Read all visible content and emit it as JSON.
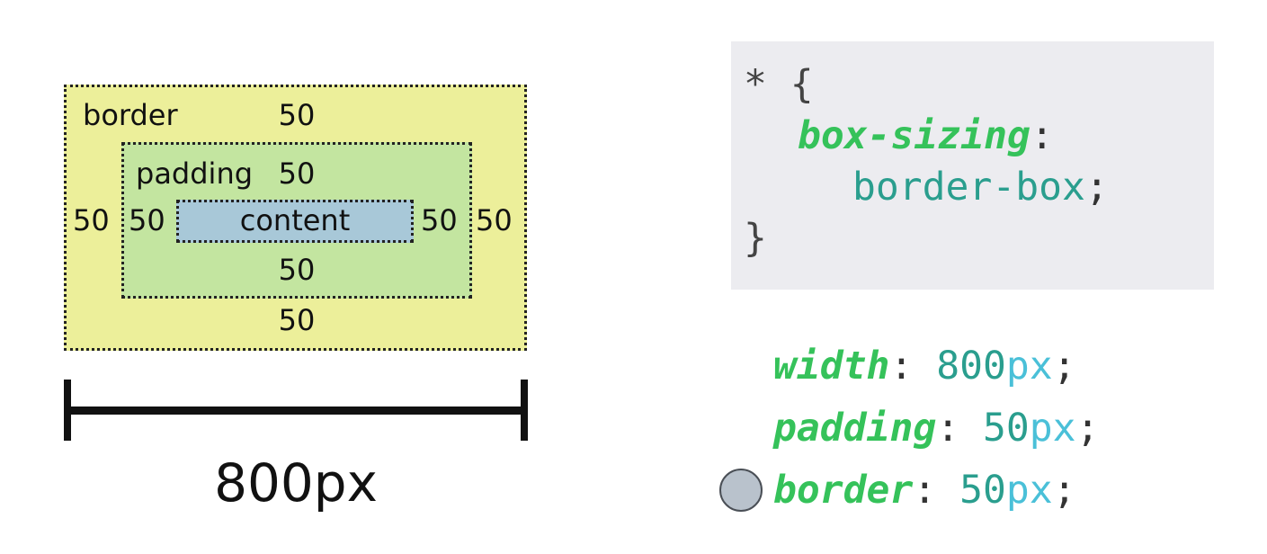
{
  "diagram": {
    "border_label": "border",
    "border_value": "50",
    "padding_label": "padding",
    "padding_value": "50",
    "content_label": "content",
    "left_border_value": "50",
    "left_padding_value": "50",
    "right_padding_value": "50",
    "right_border_value": "50",
    "bottom_padding_value": "50",
    "bottom_border_value": "50",
    "colors": {
      "border_area": "#ecef9a",
      "padding_area": "#c3e5a0",
      "content_area": "#a8c8d8"
    }
  },
  "measurement": {
    "label": "800px"
  },
  "code": {
    "selector": "*",
    "open_brace": "{",
    "property": "box-sizing",
    "colon": ":",
    "value": "border-box",
    "semicolon": ";",
    "close_brace": "}"
  },
  "declarations": [
    {
      "property": "width",
      "colon": ":",
      "number": "800",
      "unit": "px",
      "semicolon": ";"
    },
    {
      "property": "padding",
      "colon": ":",
      "number": "50",
      "unit": "px",
      "semicolon": ";"
    },
    {
      "property": "border",
      "colon": ":",
      "number": "50",
      "unit": "px",
      "semicolon": ";"
    }
  ],
  "colors": {
    "property": "#35c25a",
    "value": "#2a9e8e",
    "unit": "#4ac0d8",
    "code_bg": "#ececf0"
  }
}
